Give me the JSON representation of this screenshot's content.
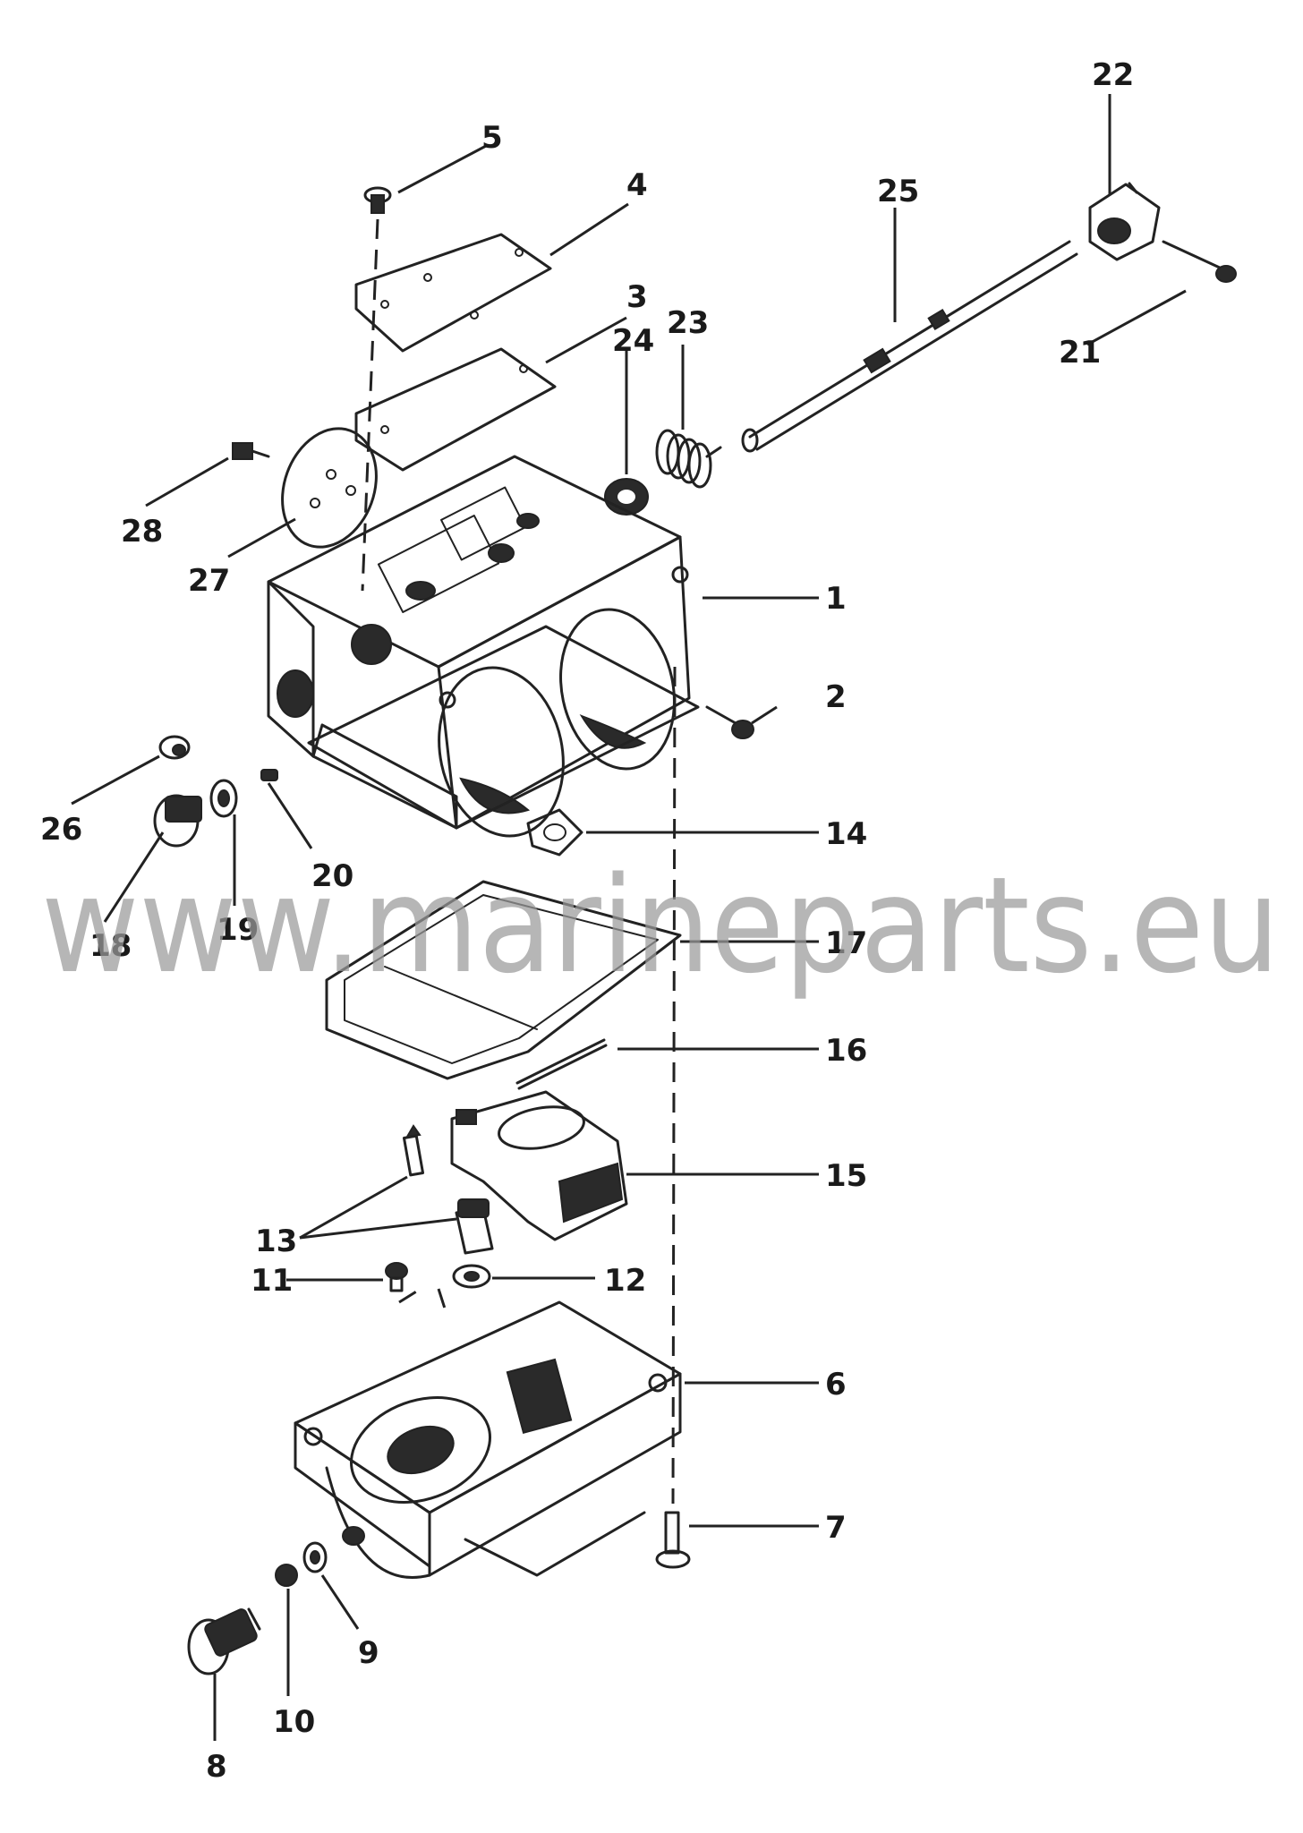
{
  "watermark": "www.marineparts.eu",
  "callouts": {
    "c1": "1",
    "c2": "2",
    "c3": "3",
    "c4": "4",
    "c5": "5",
    "c6": "6",
    "c7": "7",
    "c8": "8",
    "c9": "9",
    "c10": "10",
    "c11": "11",
    "c12": "12",
    "c13": "13",
    "c14": "14",
    "c15": "15",
    "c16": "16",
    "c17": "17",
    "c18": "18",
    "c19": "19",
    "c20": "20",
    "c21": "21",
    "c22": "22",
    "c23": "23",
    "c24": "24",
    "c25": "25",
    "c26": "26",
    "c27": "27",
    "c28": "28"
  },
  "colors": {
    "ink": "#222222",
    "watermark": "#9a9a9a",
    "background": "#ffffff"
  }
}
